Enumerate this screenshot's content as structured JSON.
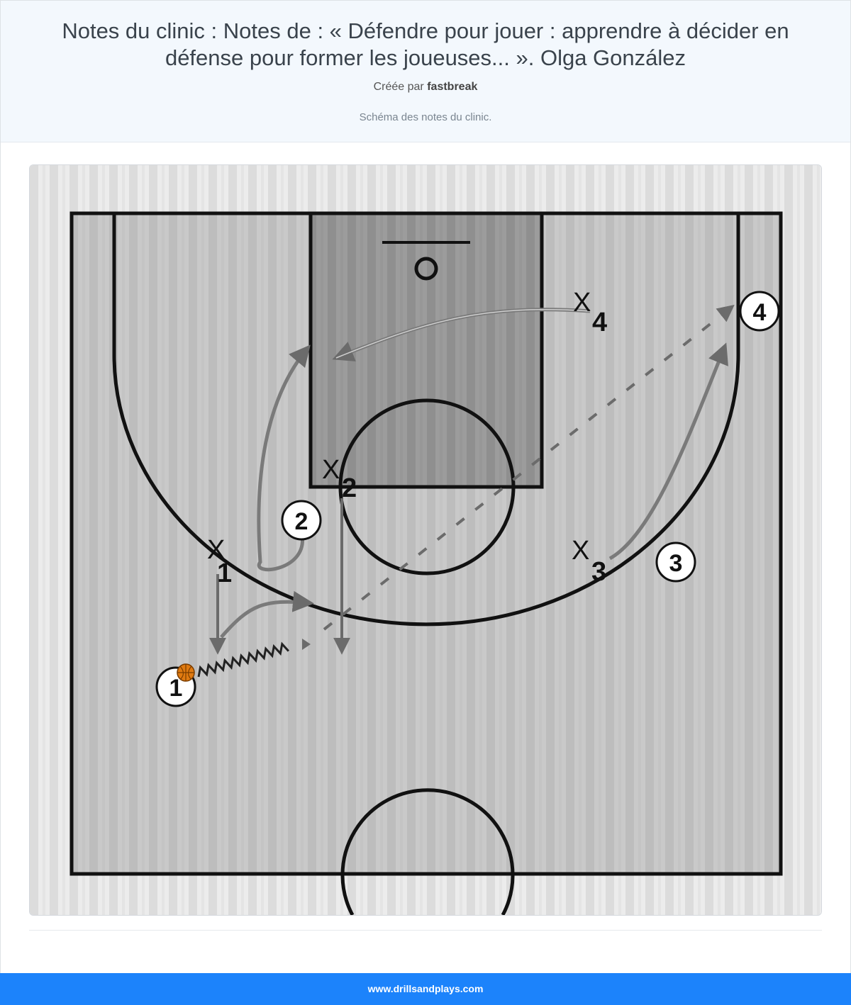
{
  "header": {
    "title": "Notes du clinic : Notes de : « Défendre pour jouer : apprendre à décider en défense pour former les joueuses... ». Olga González",
    "created_by_label": "Créée par",
    "author": "fastbreak",
    "caption": "Schéma des notes du clinic."
  },
  "diagram": {
    "offense": [
      {
        "label": "1",
        "has_ball": true
      },
      {
        "label": "2"
      },
      {
        "label": "3"
      },
      {
        "label": "4"
      }
    ],
    "defense": [
      {
        "mark": "X",
        "number": "1"
      },
      {
        "mark": "X",
        "number": "2"
      },
      {
        "mark": "X",
        "number": "3"
      },
      {
        "mark": "X",
        "number": "4"
      }
    ]
  },
  "footer": {
    "site": "www.drillsandplays.com"
  }
}
